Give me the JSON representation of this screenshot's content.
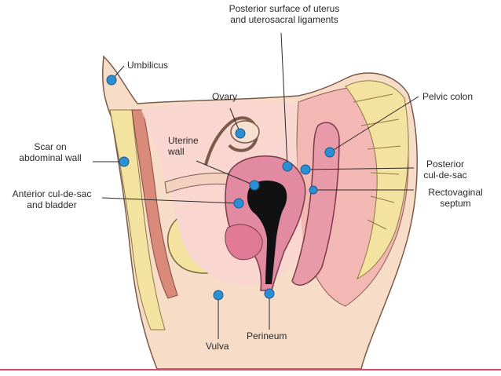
{
  "labels": {
    "posterior_surface": "Posterior surface of uterus\nand uterosacral ligaments",
    "umbilicus": "Umbilicus",
    "ovary": "Ovary",
    "pelvic_colon": "Pelvic colon",
    "uterine_wall": "Uterine\nwall",
    "scar": "Scar on\nabdominal wall",
    "posterior_cul": "Posterior\ncul-de-sac",
    "anterior_cul": "Anterior cul-de-sac\nand bladder",
    "rectovaginal": "Rectovaginal\nseptum",
    "perineum": "Perineum",
    "vulva": "Vulva"
  },
  "colors": {
    "marker": "#2a8fd4",
    "skin": "#f6d3b8",
    "tissue": "#f1c4a9",
    "uterus": "#e07a97",
    "bone": "#f3e2a0"
  }
}
